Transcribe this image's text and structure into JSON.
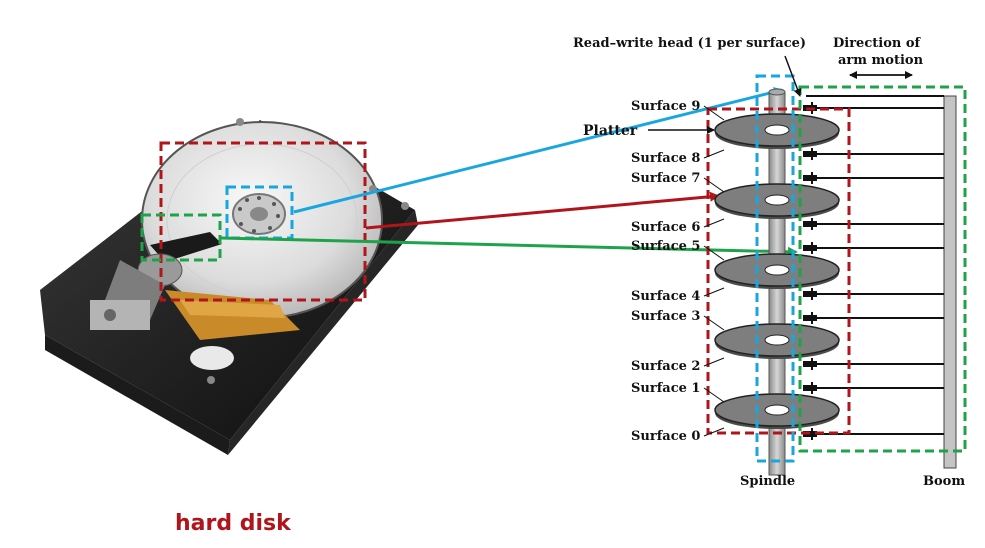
{
  "caption": "hard disk",
  "labels": {
    "read_write_head": "Read–write head (1 per surface)",
    "direction_line1": "Direction of",
    "direction_line2": "arm motion",
    "platter": "Platter",
    "spindle": "Spindle",
    "boom": "Boom",
    "surfaces": [
      "Surface 9",
      "Surface 8",
      "Surface 7",
      "Surface 6",
      "Surface 5",
      "Surface 4",
      "Surface 3",
      "Surface 2",
      "Surface 1",
      "Surface 0"
    ]
  },
  "colors": {
    "platter_group": "#b0151b",
    "spindle_group": "#18a6e0",
    "head_group": "#1fa34a",
    "caption": "#b0151b"
  }
}
